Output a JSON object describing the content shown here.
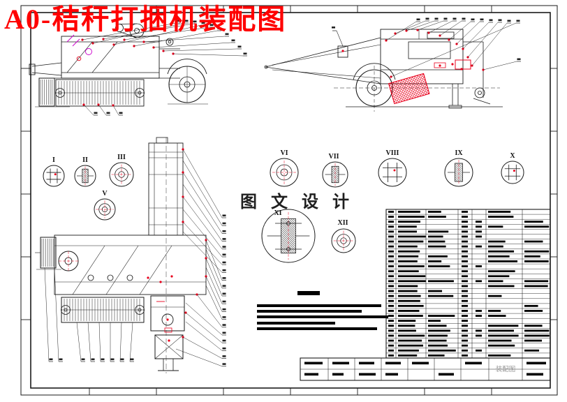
{
  "page": {
    "title": "A0-秸秆打捆机装配图",
    "title_color": "#ff0000",
    "watermark": "图 文 设 计",
    "accent_red": "#e8001c",
    "accent_magenta": "#cc00cc",
    "paper_color": "#ffffff",
    "line_color": "#1a1a1a"
  },
  "details": [
    {
      "label": "I"
    },
    {
      "label": "II"
    },
    {
      "label": "III"
    },
    {
      "label": "V"
    },
    {
      "label": "VI"
    },
    {
      "label": "VII"
    },
    {
      "label": "VIII"
    },
    {
      "label": "IX"
    },
    {
      "label": "X"
    },
    {
      "label": "XI"
    },
    {
      "label": "XII"
    }
  ],
  "title_block": {
    "drawing_name": "装配图"
  }
}
